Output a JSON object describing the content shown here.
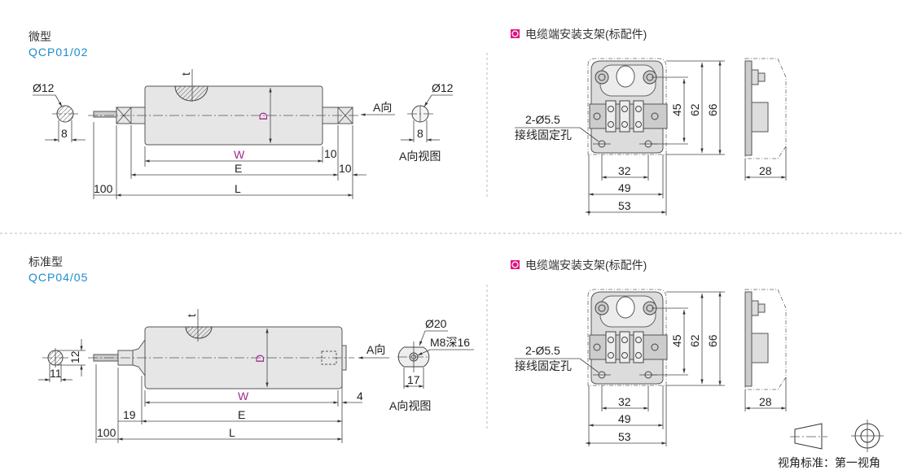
{
  "colors": {
    "model": "#1a8ccc",
    "dim_var": "#a0288c",
    "bullet": "#e0157f"
  },
  "micro": {
    "title": "微型",
    "model": "QCP01/02",
    "left_dia": "Ø12",
    "left_flat": "8",
    "dim_D": "D",
    "dim_W": "W",
    "dim_E": "E",
    "dim_L": "L",
    "dim_t": "t",
    "dim_10a": "10",
    "dim_10b": "10",
    "dim_100": "100",
    "a_dir": "A向",
    "right_dia": "Ø12",
    "right_flat": "8",
    "a_view": "A向视图"
  },
  "standard": {
    "title": "标准型",
    "model": "QCP04/05",
    "left_h": "12",
    "left_w": "11",
    "dim_D": "D",
    "dim_W": "W",
    "dim_E": "E",
    "dim_L": "L",
    "dim_t": "t",
    "dim_4": "4",
    "dim_19": "19",
    "dim_100": "100",
    "a_dir": "A向",
    "right_dia": "Ø20",
    "thread": "M8深16",
    "right_flat": "17",
    "a_view": "A向视图"
  },
  "bracket": {
    "title": "电缆端安装支架(标配件)",
    "hole_spec": "2-Ø5.5",
    "hole_desc": "接线固定孔",
    "h45": "45",
    "h62": "62",
    "h66": "66",
    "w32": "32",
    "w49": "49",
    "w53": "53",
    "d28": "28"
  },
  "projection": {
    "label": "视角标准：第一视角"
  }
}
